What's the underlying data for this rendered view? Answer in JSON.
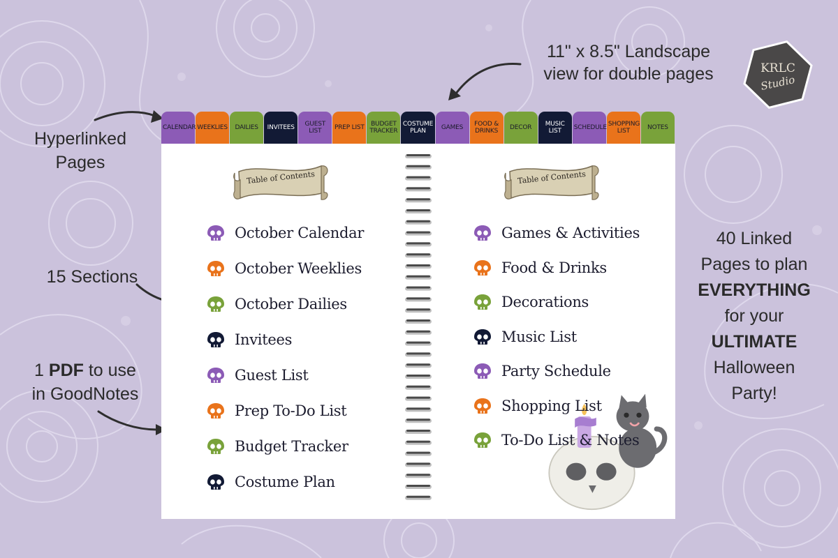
{
  "background": {
    "color": "#cbc2dc"
  },
  "brand": {
    "logo_line1": "KRLC",
    "logo_line2": "Studio"
  },
  "callouts": {
    "landscape_line1": "11\" x 8.5\" Landscape",
    "landscape_line2": "view for double pages",
    "hyperlinked_line1": "Hyperlinked",
    "hyperlinked_line2": "Pages",
    "sections": "15 Sections",
    "pdf_line1_pre": "1 ",
    "pdf_line1_bold": "PDF",
    "pdf_line1_post": " to use",
    "pdf_line2": "in GoodNotes",
    "linked_line1": "40 Linked",
    "linked_line2": "Pages to plan",
    "linked_line3": "EVERYTHING",
    "linked_line4": "for your",
    "linked_line5": "ULTIMATE",
    "linked_line6": "Halloween",
    "linked_line7": "Party!"
  },
  "colors": {
    "purple": "#8c5bb6",
    "orange": "#e9731b",
    "green": "#79a23a",
    "navy": "#121a35"
  },
  "tabs": [
    {
      "label": "CALENDAR",
      "color": "purple"
    },
    {
      "label": "WEEKLIES",
      "color": "orange"
    },
    {
      "label": "DAILIES",
      "color": "green"
    },
    {
      "label": "INVITEES",
      "color": "navy"
    },
    {
      "label": "GUEST LIST",
      "color": "purple"
    },
    {
      "label": "PREP LIST",
      "color": "orange"
    },
    {
      "label": "BUDGET TRACKER",
      "color": "green"
    },
    {
      "label": "COSTUME PLAN",
      "color": "navy"
    },
    {
      "label": "GAMES",
      "color": "purple"
    },
    {
      "label": "FOOD & DRINKS",
      "color": "orange"
    },
    {
      "label": "DECOR",
      "color": "green"
    },
    {
      "label": "MUSIC LIST",
      "color": "navy"
    },
    {
      "label": "SCHEDULE",
      "color": "purple"
    },
    {
      "label": "SHOPPING LIST",
      "color": "orange"
    },
    {
      "label": "NOTES",
      "color": "green"
    }
  ],
  "left_page": {
    "banner": "Table of Contents",
    "items": [
      {
        "label": "October Calendar",
        "color": "purple",
        "icon": "skull-icon"
      },
      {
        "label": "October Weeklies",
        "color": "orange",
        "icon": "skull-icon"
      },
      {
        "label": "October Dailies",
        "color": "green",
        "icon": "skull-icon"
      },
      {
        "label": "Invitees",
        "color": "navy",
        "icon": "skull-icon"
      },
      {
        "label": "Guest List",
        "color": "purple",
        "icon": "skull-icon"
      },
      {
        "label": "Prep To-Do List",
        "color": "orange",
        "icon": "skull-icon"
      },
      {
        "label": "Budget Tracker",
        "color": "green",
        "icon": "skull-icon"
      },
      {
        "label": "Costume Plan",
        "color": "navy",
        "icon": "skull-icon"
      }
    ]
  },
  "right_page": {
    "banner": "Table of Contents",
    "items": [
      {
        "label": "Games & Activities",
        "color": "purple",
        "icon": "skull-icon"
      },
      {
        "label": "Food & Drinks",
        "color": "orange",
        "icon": "skull-icon"
      },
      {
        "label": "Decorations",
        "color": "green",
        "icon": "skull-icon"
      },
      {
        "label": "Music List",
        "color": "navy",
        "icon": "skull-icon"
      },
      {
        "label": "Party Schedule",
        "color": "purple",
        "icon": "skull-icon"
      },
      {
        "label": "Shopping List",
        "color": "orange",
        "icon": "skull-icon"
      },
      {
        "label": "To-Do List & Notes",
        "color": "green",
        "icon": "skull-icon"
      }
    ]
  }
}
